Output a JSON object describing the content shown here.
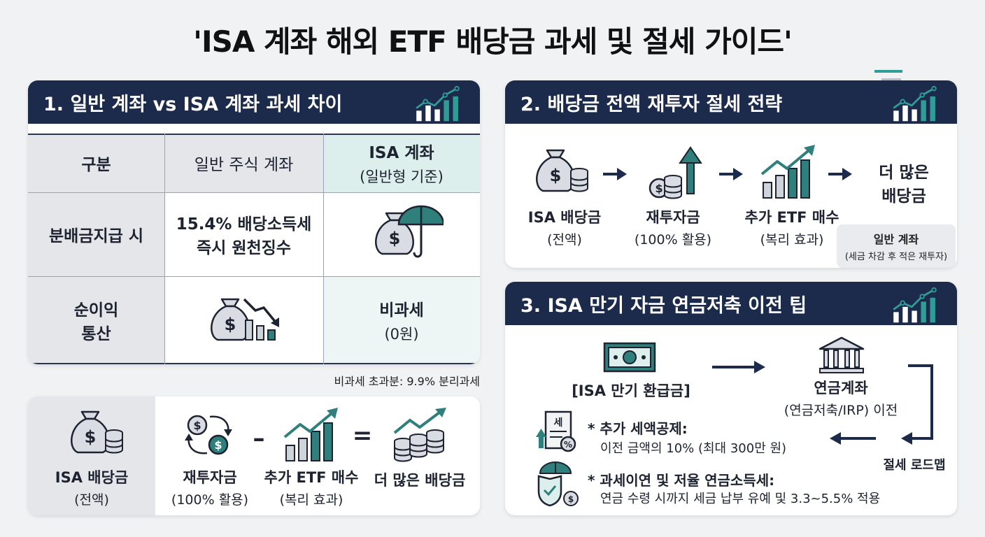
{
  "title": "'ISA 계좌 해외 ETF 배당금 과세 및 절세 가이드'",
  "section1": {
    "heading": "1. 일반 계좌 vs ISA 계좌 과세 차이",
    "table": {
      "header": {
        "col0": "구분",
        "col1": "일반 주식 계좌",
        "col2_main": "ISA 계좌",
        "col2_sub": "(일반형 기준)"
      },
      "row1": {
        "label": "분배금지급 시",
        "general_line1": "15.4% 배당소득세",
        "general_line2": "즉시 원천징수",
        "isa_icon": "money-bag-umbrella-icon"
      },
      "row2": {
        "label_line1": "순이익",
        "label_line2": "통산",
        "general_icon": "money-bag-declining-chart-icon",
        "isa_main": "비과세",
        "isa_sub": "(0원)"
      }
    },
    "note": "비과세 초과분: 9.9% 분리과세",
    "flow": {
      "start_main": "ISA 배당금",
      "start_sub": "(전액)",
      "reinvest_main": "재투자금",
      "reinvest_sub": "(100% 활용)",
      "op_minus": "–",
      "buy_main": "추가 ETF 매수",
      "buy_sub": "(복리 효과)",
      "op_equals": "=",
      "result": "더 많은 배당금"
    }
  },
  "section2": {
    "heading": "2. 배당금 전액 재투자 절세 전략",
    "steps": [
      {
        "main": "ISA 배당금",
        "sub": "(전액)"
      },
      {
        "main": "재투자금",
        "sub": "(100% 활용)"
      },
      {
        "main": "추가 ETF 매수",
        "sub": "(복리 효과)"
      }
    ],
    "result_line1": "더 많은",
    "result_line2": "배당금",
    "callout_main": "일반 계좌",
    "callout_sub": "(세금 차감 후 적은 재투자)"
  },
  "section3": {
    "heading": "3. ISA 만기 자금 연금저축 이전 팁",
    "maturity": "[ISA 만기 환급금]",
    "pension_line1": "연금계좌",
    "pension_line2": "(연금저축/IRP) 이전",
    "roadmap": "절세 로드맵",
    "tip1_title": "* 추가 세액공제:",
    "tip1_text": "이전 금액의 10% (최대 300만 원)",
    "tip2_title": "* 과세이연 및 저율 연금소득세:",
    "tip2_text": "연금 수령 시까지 세금 납부 유예 및 3.3~5.5% 적용"
  },
  "colors": {
    "navy": "#1c2a4b",
    "teal": "#2f7f7c",
    "light_teal": "#dcefec",
    "light_gray": "#e4e6ea"
  }
}
